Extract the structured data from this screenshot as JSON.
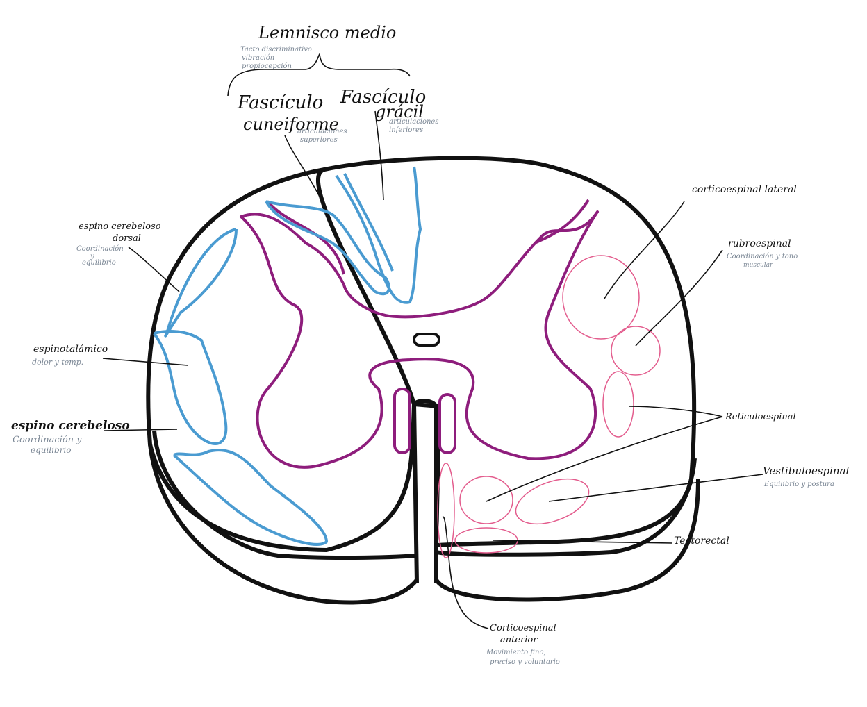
{
  "colors": {
    "outline": "#111111",
    "gray_matter": "#8e1d7c",
    "ascending_tracts": "#4a9bd1",
    "descending_tracts": "#e35c8d",
    "note_text": "#7a8694"
  },
  "labels": {
    "lemnisco": {
      "title": "Lemnisco medio",
      "notes": [
        "Tacto discriminativo",
        "vibración",
        "propiocepción"
      ]
    },
    "cuneiforme": {
      "title_1": "Fascículo",
      "title_2": "cuneiforme",
      "notes": [
        "articulaciones",
        "superiores"
      ]
    },
    "gracil": {
      "title_1": "Fascículo",
      "title_2": "grácil",
      "notes": [
        "articulaciones",
        "inferiores"
      ]
    },
    "espinocerebeloso_dorsal": {
      "title_1": "espino cerebeloso",
      "title_2": "dorsal",
      "notes": [
        "Coordinación",
        "y",
        "equilibrio"
      ]
    },
    "espinotalamico": {
      "title": "espinotalámico",
      "notes": [
        "dolor y temp."
      ]
    },
    "espinocerebeloso": {
      "title": "espino cerebeloso",
      "notes": [
        "Coordinación y",
        "equilibrio"
      ]
    },
    "corticoespinal_lateral": {
      "title": "corticoespinal lateral"
    },
    "rubroespinal": {
      "title": "rubroespinal",
      "notes": [
        "Coordinación y tono",
        "muscular"
      ]
    },
    "reticuloespinal": {
      "title": "Reticuloespinal"
    },
    "vestibuloespinal": {
      "title": "Vestibuloespinal",
      "notes": [
        "Equilibrio y postura"
      ]
    },
    "tectorectal": {
      "title": "Tectorectal"
    },
    "corticoespinal_anterior": {
      "title_1": "Corticoespinal",
      "title_2": "anterior",
      "notes": [
        "Movimiento fino,",
        "preciso y voluntario"
      ]
    }
  }
}
